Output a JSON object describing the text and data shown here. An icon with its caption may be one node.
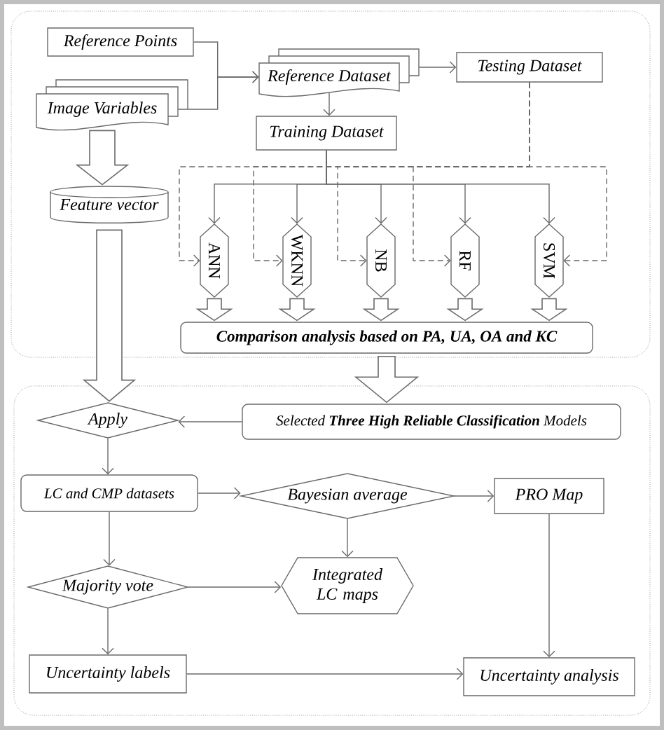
{
  "diagram": {
    "nodes": [
      {
        "text": [],
        "shape": "box"
      },
      {
        "text": [
          "Reference Points"
        ],
        "in": 0
      },
      {
        "text": [
          "Image Variables"
        ],
        "in": 0
      },
      {
        "text": [
          "Reference Dataset"
        ],
        "in": 0
      },
      {
        "text": [
          "Testing Dataset"
        ],
        "in": 0
      },
      {
        "text": [
          "Training Dataset"
        ],
        "in": 0
      },
      {
        "text": [
          "Feature vector"
        ],
        "in": 0
      },
      {
        "text": [
          "ANN"
        ],
        "in": 0
      },
      {
        "text": [
          "WKNN"
        ],
        "in": 0
      },
      {
        "text": [
          "NB"
        ],
        "in": 0
      },
      {
        "text": [
          "RF"
        ],
        "in": 0
      },
      {
        "text": [
          "SVM"
        ],
        "in": 0
      },
      {
        "text": [
          "Comparison analysis based on PA, UA, OA and KC"
        ],
        "in": 0
      },
      {
        "text": [],
        "shape": "box"
      },
      {
        "text": [
          "Selected **Three High Reliable Classification** Models"
        ],
        "in": 13
      },
      {
        "text": [
          "Apply"
        ],
        "in": 13
      },
      {
        "text": [
          "LC and CMP datasets"
        ],
        "in": 13
      },
      {
        "text": [
          "Bayesian average"
        ],
        "in": 13
      },
      {
        "text": [
          "PRO Map"
        ],
        "in": 13
      },
      {
        "text": [
          "Majority vote"
        ],
        "in": 13
      },
      {
        "text": [
          "Integrated LC maps"
        ],
        "in": 13
      },
      {
        "text": [
          "Uncertainty labels"
        ],
        "in": 13
      },
      {
        "text": [
          "Uncertainty analysis"
        ],
        "in": 13
      }
    ],
    "edges": [
      {
        "from": 1,
        "to": 3,
        "arrow": "to"
      },
      {
        "from": 2,
        "to": 3,
        "arrow": "to"
      },
      {
        "from": 3,
        "to": 4,
        "arrow": "to"
      },
      {
        "from": 3,
        "to": 5,
        "arrow": "to"
      },
      {
        "from": 2,
        "to": 6,
        "arrow": "to",
        "style": "thick"
      },
      {
        "from": 5,
        "to": 7,
        "arrow": "to"
      },
      {
        "from": 5,
        "to": 8,
        "arrow": "to"
      },
      {
        "from": 5,
        "to": 9,
        "arrow": "to"
      },
      {
        "from": 5,
        "to": 10,
        "arrow": "to"
      },
      {
        "from": 5,
        "to": 11,
        "arrow": "to"
      },
      {
        "from": 4,
        "to": 7,
        "arrow": "to",
        "style": "dashed"
      },
      {
        "from": 4,
        "to": 8,
        "arrow": "to",
        "style": "dashed"
      },
      {
        "from": 4,
        "to": 9,
        "arrow": "to",
        "style": "dashed"
      },
      {
        "from": 4,
        "to": 10,
        "arrow": "to",
        "style": "dashed"
      },
      {
        "from": 4,
        "to": 11,
        "arrow": "to",
        "style": "dashed"
      },
      {
        "from": 7,
        "to": 12,
        "arrow": "to",
        "style": "thick"
      },
      {
        "from": 8,
        "to": 12,
        "arrow": "to",
        "style": "thick"
      },
      {
        "from": 9,
        "to": 12,
        "arrow": "to",
        "style": "thick"
      },
      {
        "from": 10,
        "to": 12,
        "arrow": "to",
        "style": "thick"
      },
      {
        "from": 11,
        "to": 12,
        "arrow": "to",
        "style": "thick"
      },
      {
        "from": 6,
        "to": 15,
        "arrow": "to",
        "style": "thick"
      },
      {
        "from": 12,
        "to": 14,
        "arrow": "to",
        "style": "thick"
      },
      {
        "from": 14,
        "to": 15,
        "arrow": "to"
      },
      {
        "from": 15,
        "to": 16,
        "arrow": "to"
      },
      {
        "from": 16,
        "to": 17,
        "arrow": "to"
      },
      {
        "from": 17,
        "to": 18,
        "arrow": "to"
      },
      {
        "from": 17,
        "to": 20,
        "arrow": "to"
      },
      {
        "from": 16,
        "to": 19,
        "arrow": "to"
      },
      {
        "from": 19,
        "to": 20,
        "arrow": "to"
      },
      {
        "from": 19,
        "to": 21,
        "arrow": "to"
      },
      {
        "from": 18,
        "to": 22,
        "arrow": "to"
      },
      {
        "from": 21,
        "to": 22,
        "arrow": "to"
      }
    ]
  }
}
